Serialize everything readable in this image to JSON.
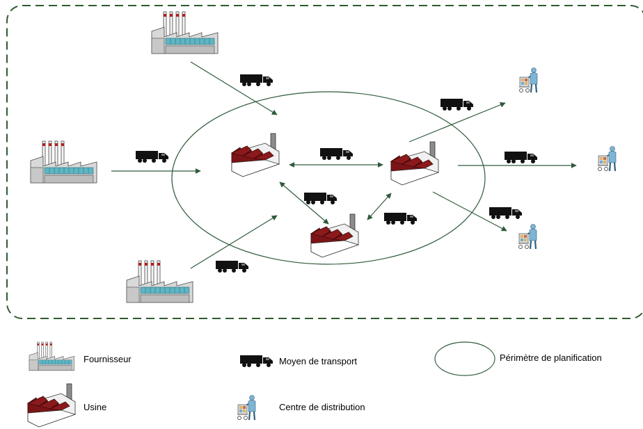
{
  "legend": {
    "supplier": "Fournisseur",
    "transport": "Moyen de transport",
    "perimeter": "Périmètre de planification",
    "plant": "Usine",
    "distribution": "Centre de distribution"
  },
  "colors": {
    "boundary": "#2e5a2e",
    "arrow": "#2f5a3a",
    "plant_roof": "#7a1416",
    "building_wall": "#e6e6e6",
    "building_glass": "#5fb5c4",
    "truck": "#111111",
    "worker": "#7eb4d4"
  },
  "icons": {
    "supplier": "factory-supplier-icon",
    "plant": "factory-plant-icon",
    "transport": "truck-icon",
    "distribution": "distribution-worker-icon"
  }
}
